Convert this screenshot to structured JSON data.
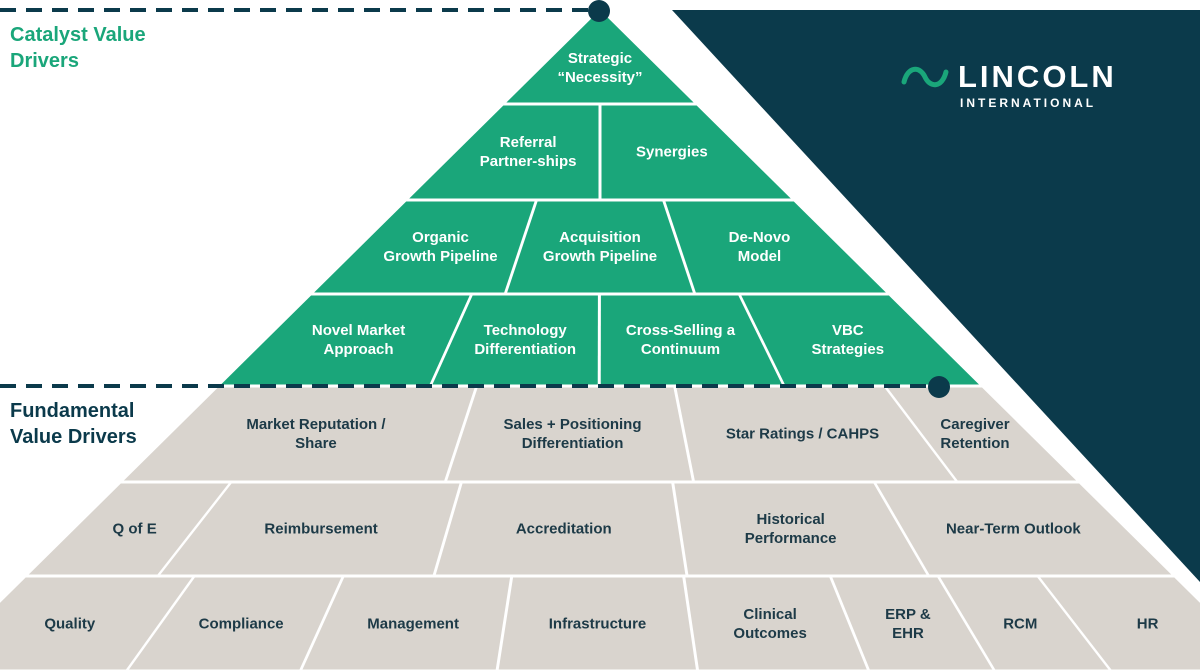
{
  "titles": {
    "catalyst": "Catalyst Value\nDrivers",
    "fundamental": "Fundamental\nValue Drivers"
  },
  "logo": {
    "wordmark": "LINCOLN",
    "subtitle": "INTERNATIONAL",
    "mark_icon": "lincoln-wave-icon"
  },
  "colors": {
    "catalyst": "#1aa67a",
    "fundamental": "#d9d4ce",
    "navy": "#0b3a4b",
    "accent_green": "#1aa67a"
  },
  "catalyst_rows": [
    [
      "Strategic\n“Necessity”"
    ],
    [
      "Referral\nPartner-ships",
      "Synergies"
    ],
    [
      "Organic\nGrowth Pipeline",
      "Acquisition\nGrowth Pipeline",
      "De-Novo\nModel"
    ],
    [
      "Novel Market\nApproach",
      "Technology\nDifferentiation",
      "Cross-Selling a\nContinuum",
      "VBC\nStrategies"
    ]
  ],
  "fundamental_rows": [
    [
      "Market Reputation /\nShare",
      "Sales + Positioning\nDifferentiation",
      "Star Ratings / CAHPS",
      "Caregiver\nRetention"
    ],
    [
      "Q of E",
      "Reimbursement",
      "Accreditation",
      "Historical\nPerformance",
      "Near-Term Outlook"
    ],
    [
      "Quality",
      "Compliance",
      "Management",
      "Infrastructure",
      "Clinical\nOutcomes",
      "ERP &\nEHR",
      "RCM",
      "HR"
    ]
  ]
}
